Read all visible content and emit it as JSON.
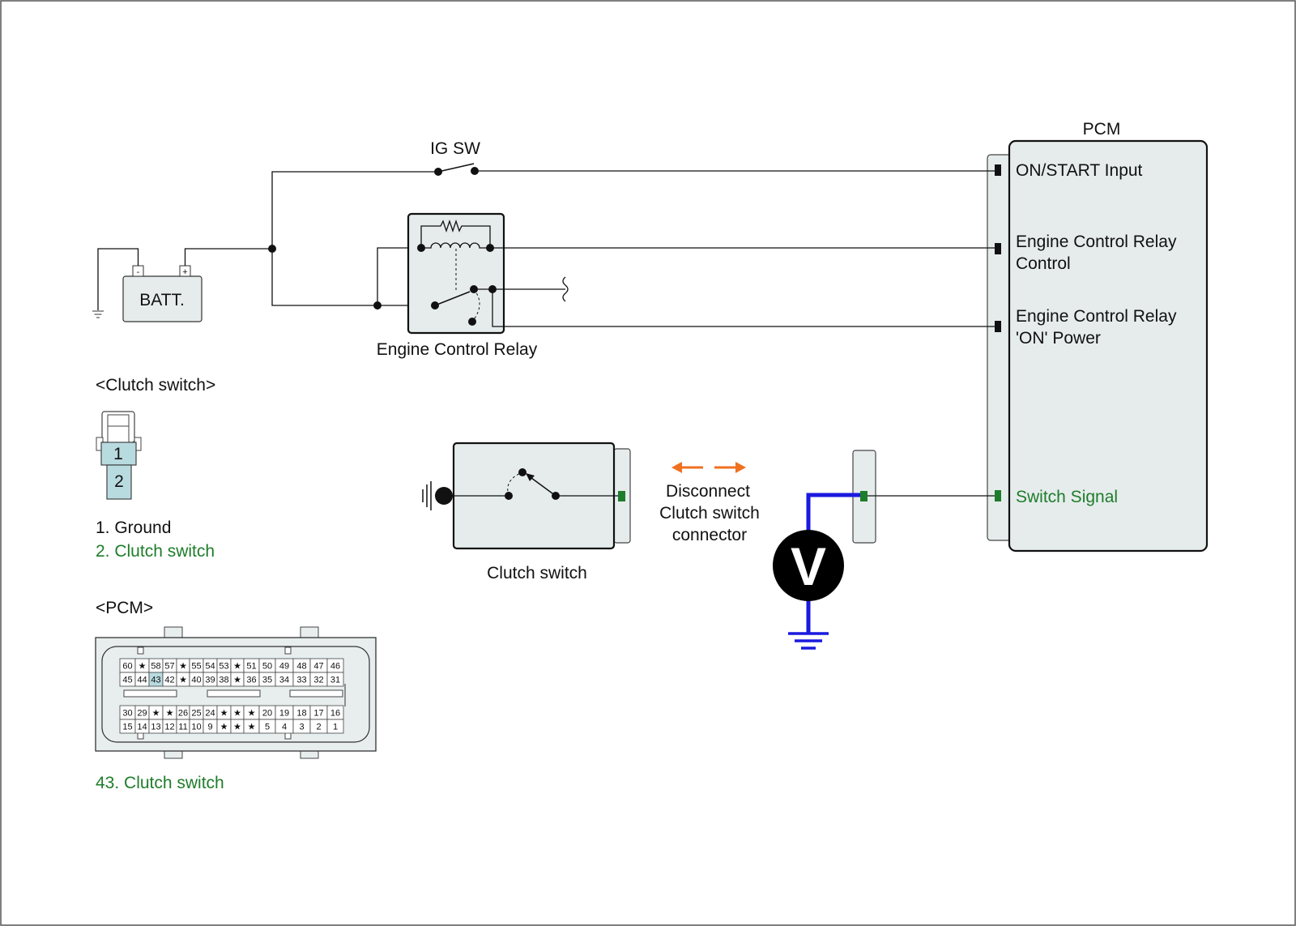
{
  "pcm": {
    "title": "PCM",
    "pins": {
      "on_start": "ON/START Input",
      "relay_control_1": "Engine Control Relay",
      "relay_control_2": "Control",
      "relay_power_1": "Engine Control Relay",
      "relay_power_2": "'ON' Power",
      "switch_signal": "Switch Signal"
    }
  },
  "battery": {
    "label": "BATT.",
    "neg": "-",
    "pos": "+"
  },
  "ig_switch": {
    "label": "IG SW"
  },
  "relay": {
    "label": "Engine Control Relay"
  },
  "clutch_switch": {
    "label": "Clutch switch"
  },
  "instruction": {
    "line1": "Disconnect",
    "line2": "Clutch switch",
    "line3": "connector"
  },
  "voltmeter": {
    "symbol": "V"
  },
  "clutch_connector_view": {
    "title": "<Clutch switch>",
    "pin1": "1",
    "pin2": "2",
    "legend1": "1. Ground",
    "legend2": "2. Clutch switch"
  },
  "pcm_connector_view": {
    "title": "<PCM>",
    "legend": "43. Clutch switch",
    "upper_row1": [
      "60",
      "★",
      "58",
      "57",
      "★",
      "55",
      "54",
      "53",
      "★",
      "51",
      "50",
      "49",
      "48",
      "47",
      "46"
    ],
    "upper_row2": [
      "45",
      "44",
      "43",
      "42",
      "★",
      "40",
      "39",
      "38",
      "★",
      "36",
      "35",
      "34",
      "33",
      "32",
      "31"
    ],
    "lower_row1": [
      "30",
      "29",
      "★",
      "★",
      "26",
      "25",
      "24",
      "★",
      "★",
      "★",
      "20",
      "19",
      "18",
      "17",
      "16"
    ],
    "lower_row2": [
      "15",
      "14",
      "13",
      "12",
      "11",
      "10",
      "9",
      "★",
      "★",
      "★",
      "5",
      "4",
      "3",
      "2",
      "1"
    ],
    "highlight_pin": "43"
  },
  "colors": {
    "signal_green": "#1e7d2a",
    "meter_wire_blue": "#1a1adf",
    "arrow_orange": "#f07020",
    "component_fill": "#e6ecec",
    "connector_fill": "#b8dbe0"
  }
}
